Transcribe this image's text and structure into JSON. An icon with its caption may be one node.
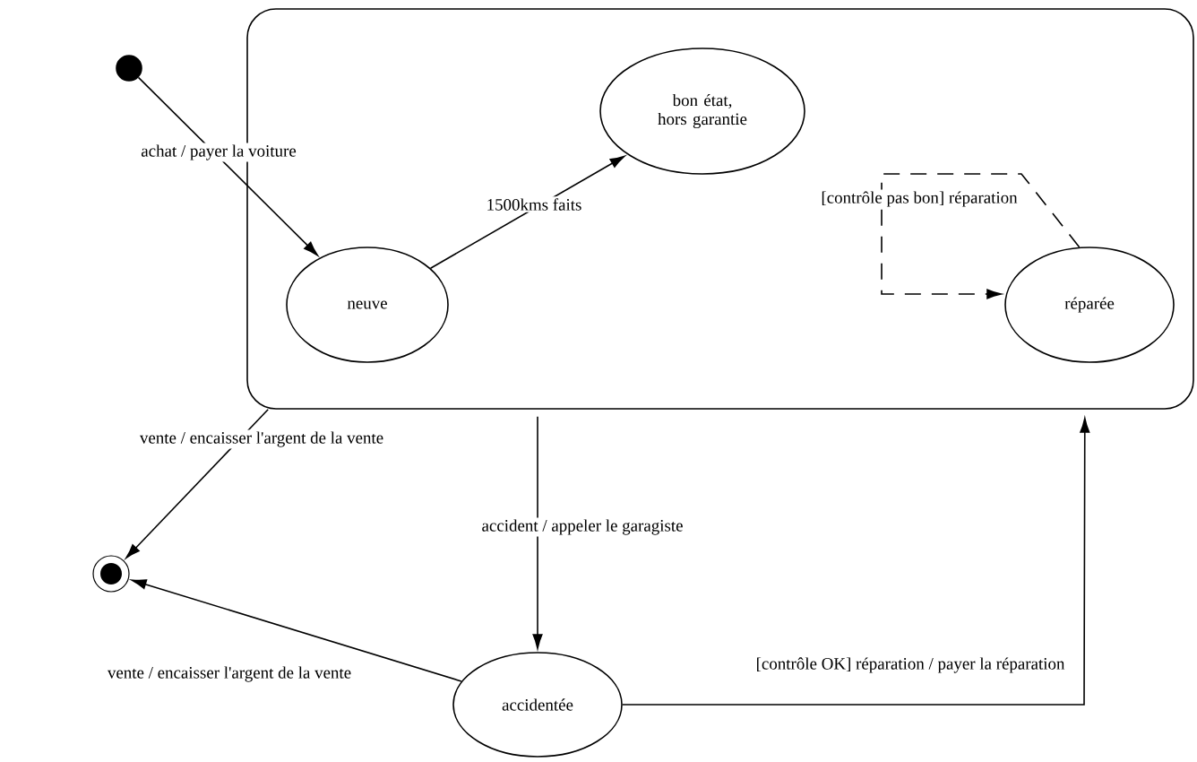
{
  "diagram": {
    "nodes": [
      {
        "text": [],
        "shape": "circle"
      },
      {
        "text": [],
        "shape": "box"
      },
      {
        "text": [
          "neuve"
        ],
        "in": 1
      },
      {
        "text": [
          "bon état, hors garantie"
        ],
        "in": 1
      },
      {
        "text": [
          "réparée"
        ],
        "in": 1
      },
      {
        "text": [],
        "shape": "bullseye"
      },
      {
        "text": [
          "accidentée"
        ]
      }
    ],
    "edges": [
      {
        "from": 0,
        "to": 2,
        "arrow": "to",
        "label": "achat / payer la voiture"
      },
      {
        "from": 2,
        "to": 3,
        "arrow": "to",
        "label": "1500kms faits"
      },
      {
        "from": 4,
        "to": 4,
        "arrow": "to",
        "style": "dashed",
        "label": "[contrôle pas bon] réparation"
      },
      {
        "from": 1,
        "to": 5,
        "arrow": "to",
        "label": "vente / encaisser l'argent de la vente"
      },
      {
        "from": 1,
        "to": 6,
        "arrow": "to",
        "label": "accident / appeler le garagiste"
      },
      {
        "from": 6,
        "to": 5,
        "arrow": "to",
        "label": "vente / encaisser l'argent de la vente"
      },
      {
        "from": 6,
        "to": 1,
        "arrow": "to",
        "label": "[contrôle OK] réparation / payer la réparation"
      }
    ]
  }
}
